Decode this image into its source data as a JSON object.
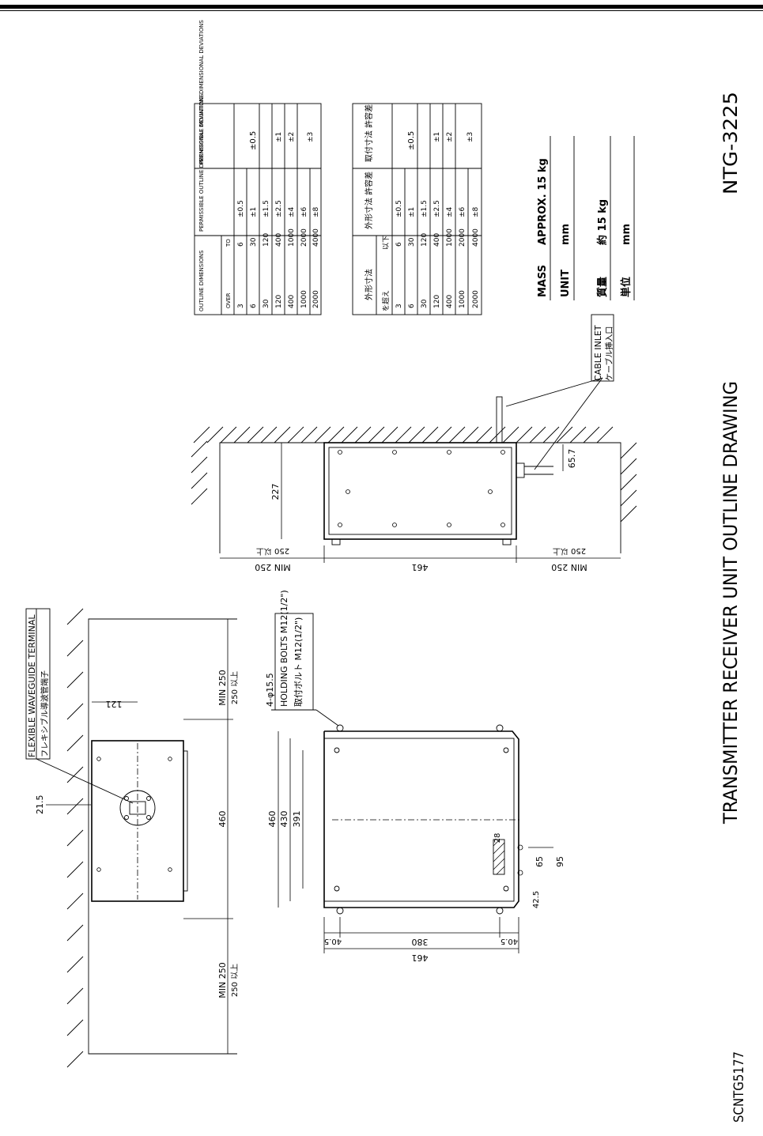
{
  "title": "TRANSMITTER RECEIVER UNIT OUTLINE DRAWING",
  "model": "NTG-3225",
  "drawing_number": "SCNTG5177",
  "mass": {
    "label_en": "MASS",
    "value_en": "APPROX. 15 kg",
    "label_ja": "質量",
    "value_ja": "約 15 kg"
  },
  "unit": {
    "label_en": "UNIT",
    "value_en": "mm",
    "label_ja": "単位",
    "value_ja": "mm"
  },
  "callouts": {
    "cable_inlet_en": "CABLE INLET",
    "cable_inlet_ja": "ケーブル挿入口",
    "waveguide_en": "FLEXIBLE WAVEGUIDE TERMINAL",
    "waveguide_ja": "フレキシブル導波管端子",
    "holes": "4-φ15.5",
    "bolts_en": "HOLDING BOLTS M12(1/2\")",
    "bolts_ja": "取付ボルト M12(1/2\")"
  },
  "dimensions": {
    "d227": "227",
    "d65_7": "65.7",
    "min250_a": "MIN 250",
    "min250_a_ja": "250 以上",
    "min250_b": "MIN 250",
    "min250_b_ja": "250 以上",
    "d461_side": "461",
    "d121": "121",
    "d21_5": "21.5",
    "min250_c": "MIN 250",
    "min250_c_ja": "250 以上",
    "min250_d": "MIN 250",
    "min250_d_ja": "250 以上",
    "d460_front": "460",
    "d460": "460",
    "d430": "430",
    "d391": "391",
    "d28": "28",
    "d95": "95",
    "d65": "65",
    "d42_5": "42.5",
    "d40_5a": "40.5",
    "d380": "380",
    "d40_5b": "40.5",
    "d461_bottom": "461"
  },
  "tolerance_en": {
    "h1": "OUTLINE DIMENSIONS",
    "h_over": "OVER",
    "h_to": "TO",
    "h2": "PERMISSIBLE OUTLINE DIMENSIONAL DEVIATIONS",
    "h3": "PERMISSIBLE MOUNTING DIMENSIONAL DEVIATIONS",
    "rows": [
      [
        "3",
        "6",
        "±0.5"
      ],
      [
        "6",
        "30",
        "±1"
      ],
      [
        "30",
        "120",
        "±1.5"
      ],
      [
        "120",
        "400",
        "±2.5"
      ],
      [
        "400",
        "1000",
        "±4"
      ],
      [
        "1000",
        "2000",
        "±6"
      ],
      [
        "2000",
        "4000",
        "±8"
      ]
    ],
    "mount": [
      "±0.5",
      "±1",
      "±2",
      "±3"
    ]
  },
  "tolerance_ja": {
    "h1": "外形寸法",
    "h_over": "を超え",
    "h_to": "以下",
    "h2": "外形寸法 許容差",
    "h3": "取付寸法 許容差",
    "rows": [
      [
        "3",
        "6",
        "±0.5"
      ],
      [
        "6",
        "30",
        "±1"
      ],
      [
        "30",
        "120",
        "±1.5"
      ],
      [
        "120",
        "400",
        "±2.5"
      ],
      [
        "400",
        "1000",
        "±4"
      ],
      [
        "1000",
        "2000",
        "±6"
      ],
      [
        "2000",
        "4000",
        "±8"
      ]
    ],
    "mount": [
      "±0.5",
      "±1",
      "±2",
      "±3"
    ]
  }
}
